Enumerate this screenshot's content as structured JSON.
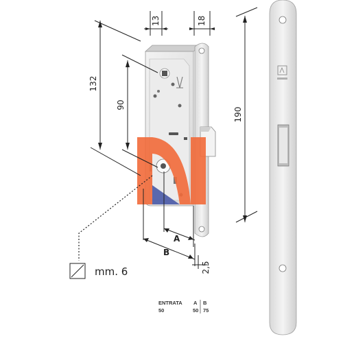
{
  "dimensions": {
    "width_13": "13",
    "width_18": "18",
    "height_132": "132",
    "height_90": "90",
    "height_190": "190",
    "a": "A",
    "b": "B",
    "offset_2_5": "2,5"
  },
  "square_note": "mm. 6",
  "table": {
    "header_entrata": "ENTRATA",
    "header_a": "A",
    "header_b": "B",
    "value_entrata": "50",
    "value_a": "50",
    "value_b": "75"
  },
  "colors": {
    "watermark_orange": "#f26b3a",
    "watermark_blue": "#4a5aa8",
    "metal": "#e6e6e6",
    "metal_edge": "#9a9a9a",
    "line": "#222222"
  }
}
